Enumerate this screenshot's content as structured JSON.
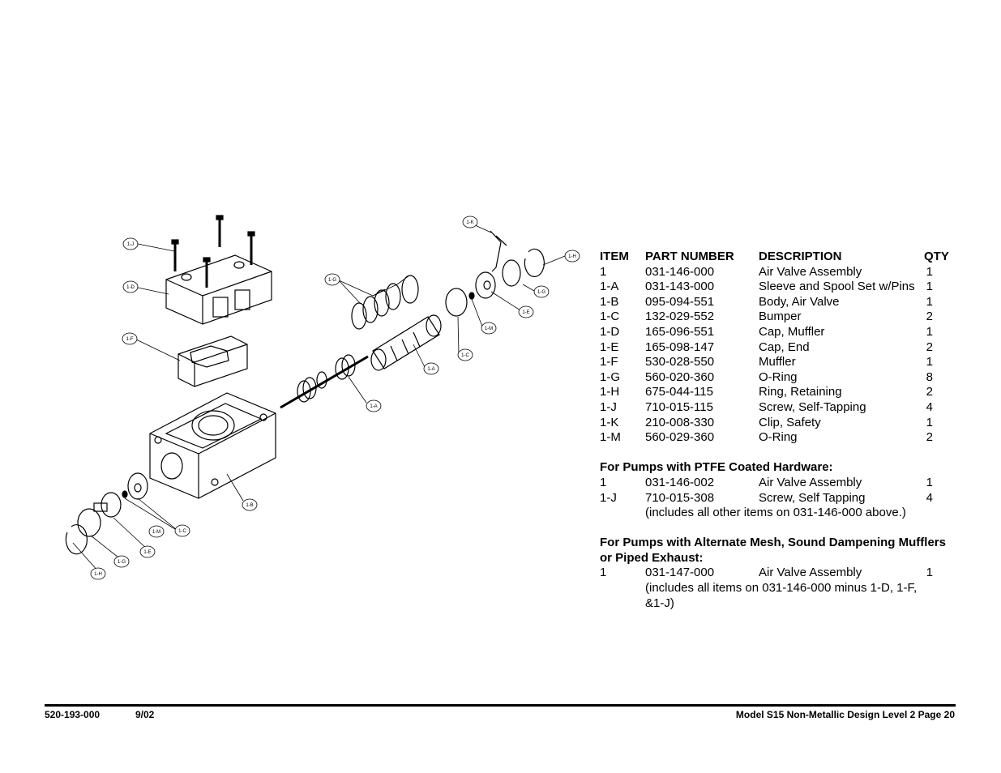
{
  "table": {
    "headers": {
      "item": "ITEM",
      "part": "PART NUMBER",
      "desc": "DESCRIPTION",
      "qty": "QTY"
    },
    "rows": [
      {
        "item": "1",
        "part": "031-146-000",
        "desc": "Air Valve Assembly",
        "qty": "1"
      },
      {
        "item": "1-A",
        "part": "031-143-000",
        "desc": "Sleeve and Spool Set w/Pins",
        "qty": "1"
      },
      {
        "item": "1-B",
        "part": "095-094-551",
        "desc": "Body, Air Valve",
        "qty": "1"
      },
      {
        "item": "1-C",
        "part": "132-029-552",
        "desc": "Bumper",
        "qty": "2"
      },
      {
        "item": "1-D",
        "part": "165-096-551",
        "desc": "Cap, Muffler",
        "qty": "1"
      },
      {
        "item": "1-E",
        "part": "165-098-147",
        "desc": "Cap, End",
        "qty": "2"
      },
      {
        "item": "1-F",
        "part": "530-028-550",
        "desc": "Muffler",
        "qty": "1"
      },
      {
        "item": "1-G",
        "part": "560-020-360",
        "desc": "O-Ring",
        "qty": "8"
      },
      {
        "item": "1-H",
        "part": "675-044-115",
        "desc": "Ring, Retaining",
        "qty": "2"
      },
      {
        "item": "1-J",
        "part": "710-015-115",
        "desc": "Screw, Self-Tapping",
        "qty": "4"
      },
      {
        "item": "1-K",
        "part": "210-008-330",
        "desc": "Clip, Safety",
        "qty": "1"
      },
      {
        "item": "1-M",
        "part": "560-029-360",
        "desc": "O-Ring",
        "qty": "2"
      }
    ]
  },
  "ptfe": {
    "heading": "For Pumps with PTFE Coated Hardware:",
    "rows": [
      {
        "item": "1",
        "part": "031-146-002",
        "desc": "Air Valve Assembly",
        "qty": "1"
      },
      {
        "item": "1-J",
        "part": "710-015-308",
        "desc": "Screw, Self Tapping",
        "qty": "4"
      }
    ],
    "note": "(includes all other items on 031-146-000 above.)"
  },
  "alternate": {
    "heading_line1": "For Pumps with Alternate Mesh, Sound Dampening Mufflers",
    "heading_line2": "or Piped Exhaust:",
    "rows": [
      {
        "item": "1",
        "part": "031-147-000",
        "desc": "Air Valve Assembly",
        "qty": "1"
      }
    ],
    "note": "(includes all items on 031-146-000 minus 1-D, 1-F, &1-J)"
  },
  "callouts": {
    "j": "1-J",
    "d": "1-D",
    "f": "1-F",
    "g": "1-G",
    "k": "1-K",
    "h": "1-H",
    "g2": "1-G",
    "e": "1-E",
    "m": "1-M",
    "c": "1-C",
    "a": "1-A",
    "a2": "1-A",
    "b": "1-B",
    "m2": "1-M",
    "c2": "1-C",
    "e2": "1-E",
    "g3": "1-G",
    "h2": "1-H"
  },
  "footer": {
    "doc_number": "520-193-000",
    "date": "9/02",
    "title": "Model S15 Non-Metallic Design Level 2 Page 20"
  }
}
